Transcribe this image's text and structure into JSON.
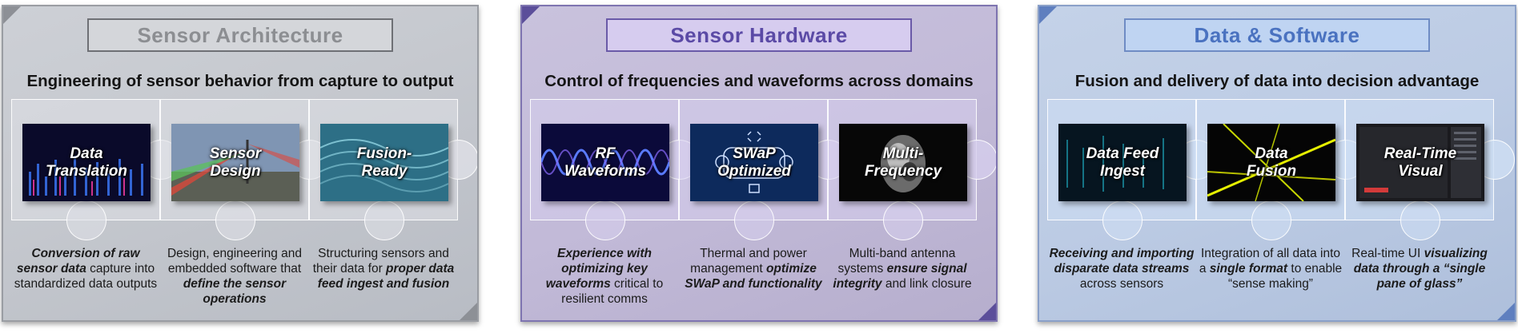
{
  "panels": [
    {
      "title": "Sensor Architecture",
      "subtitle": "Engineering of sensor behavior from capture to output",
      "items": [
        {
          "label": "Data\nTranslation",
          "desc": [
            {
              "t": "Conversion of raw sensor data",
              "b": true
            },
            {
              "t": " capture into standardized data outputs",
              "b": false
            }
          ]
        },
        {
          "label": "Sensor\nDesign",
          "desc": [
            {
              "t": "Design, engineering and embedded software that ",
              "b": false
            },
            {
              "t": "define the sensor operations",
              "b": true
            }
          ]
        },
        {
          "label": "Fusion-\nReady",
          "desc": [
            {
              "t": "Structuring sensors and their data for ",
              "b": false
            },
            {
              "t": "proper data feed ingest and fusion",
              "b": true
            }
          ]
        }
      ]
    },
    {
      "title": "Sensor Hardware",
      "subtitle": "Control of frequencies and waveforms across domains",
      "items": [
        {
          "label": "RF\nWaveforms",
          "desc": [
            {
              "t": "Experience with optimizing key waveforms",
              "b": true
            },
            {
              "t": " critical to resilient comms",
              "b": false
            }
          ]
        },
        {
          "label": "SWaP\nOptimized",
          "desc": [
            {
              "t": "Thermal and power management ",
              "b": false
            },
            {
              "t": "optimize SWaP and functionality",
              "b": true
            }
          ]
        },
        {
          "label": "Multi-\nFrequency",
          "desc": [
            {
              "t": "Multi-band antenna systems ",
              "b": false
            },
            {
              "t": "ensure signal integrity",
              "b": true
            },
            {
              "t": " and link closure",
              "b": false
            }
          ]
        }
      ]
    },
    {
      "title": "Data & Software",
      "subtitle": "Fusion and delivery of data into decision advantage",
      "items": [
        {
          "label": "Data Feed\nIngest",
          "desc": [
            {
              "t": "Receiving and importing disparate data streams",
              "b": true
            },
            {
              "t": " across sensors",
              "b": false
            }
          ]
        },
        {
          "label": "Data\nFusion",
          "desc": [
            {
              "t": "Integration of all data into a ",
              "b": false
            },
            {
              "t": "single format",
              "b": true
            },
            {
              "t": " to enable “sense making”",
              "b": false
            }
          ]
        },
        {
          "label": "Real-Time\nVisual",
          "desc": [
            {
              "t": "Real-time UI ",
              "b": false
            },
            {
              "t": "visualizing data through a “single pane of glass”",
              "b": true
            }
          ]
        }
      ]
    }
  ],
  "colors": {
    "architecture_accent": "#8c8e92",
    "hardware_accent": "#5b4aa6",
    "software_accent": "#4a72c0"
  },
  "icons": [
    "data-translation-image",
    "sensor-design-image",
    "fusion-ready-image",
    "rf-waveforms-image",
    "swap-optimized-image",
    "multi-frequency-image",
    "data-feed-ingest-image",
    "data-fusion-image",
    "real-time-visual-image"
  ]
}
